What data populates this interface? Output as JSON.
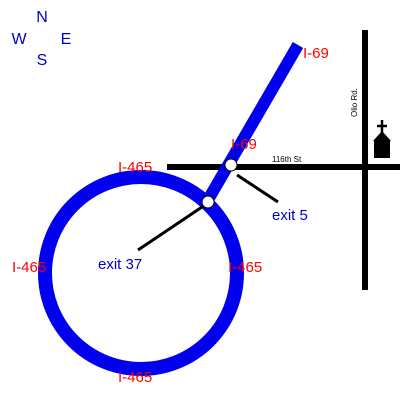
{
  "compass": {
    "north": "N",
    "west": "W",
    "east": "E",
    "south": "S"
  },
  "highways": {
    "interstate_69": "I-69",
    "interstate_465": "I-465"
  },
  "streets": {
    "east_west": "116th St",
    "north_south": "Olio Rd."
  },
  "exits": {
    "interchange_69": "exit 37",
    "interchange_116th": "exit 5"
  },
  "colors": {
    "highway": "#0000ee",
    "highway_label": "#ff0000",
    "exit_label": "#0000cc",
    "compass": "#0000cc",
    "street": "#000000",
    "background": "#ffffff"
  },
  "icons": {
    "landmark": "church-icon"
  }
}
